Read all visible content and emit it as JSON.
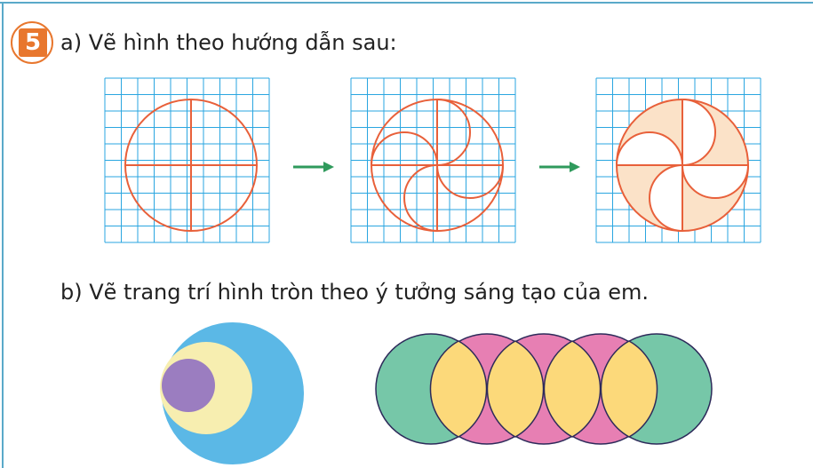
{
  "exercise": {
    "number": "5",
    "part_a": "a) Vẽ hình theo hướng dẫn sau:",
    "part_b": "b) Vẽ trang trí hình tròn theo ý tưởng sáng tạo của em."
  },
  "colors": {
    "grid": "#2aa6e0",
    "accent": "#e8603a",
    "fill_peach": "#fbe2c8",
    "arrow": "#2f9a5c",
    "blue": "#5bb8e6",
    "cream": "#f7eeb0",
    "purple": "#9b7dc0",
    "teal": "#76c7a8",
    "yellow": "#fcd97a",
    "pink": "#e77fb3",
    "outline": "#2d2a5a"
  },
  "icons": [
    "arrow-right-icon",
    "arrow-right-icon"
  ]
}
